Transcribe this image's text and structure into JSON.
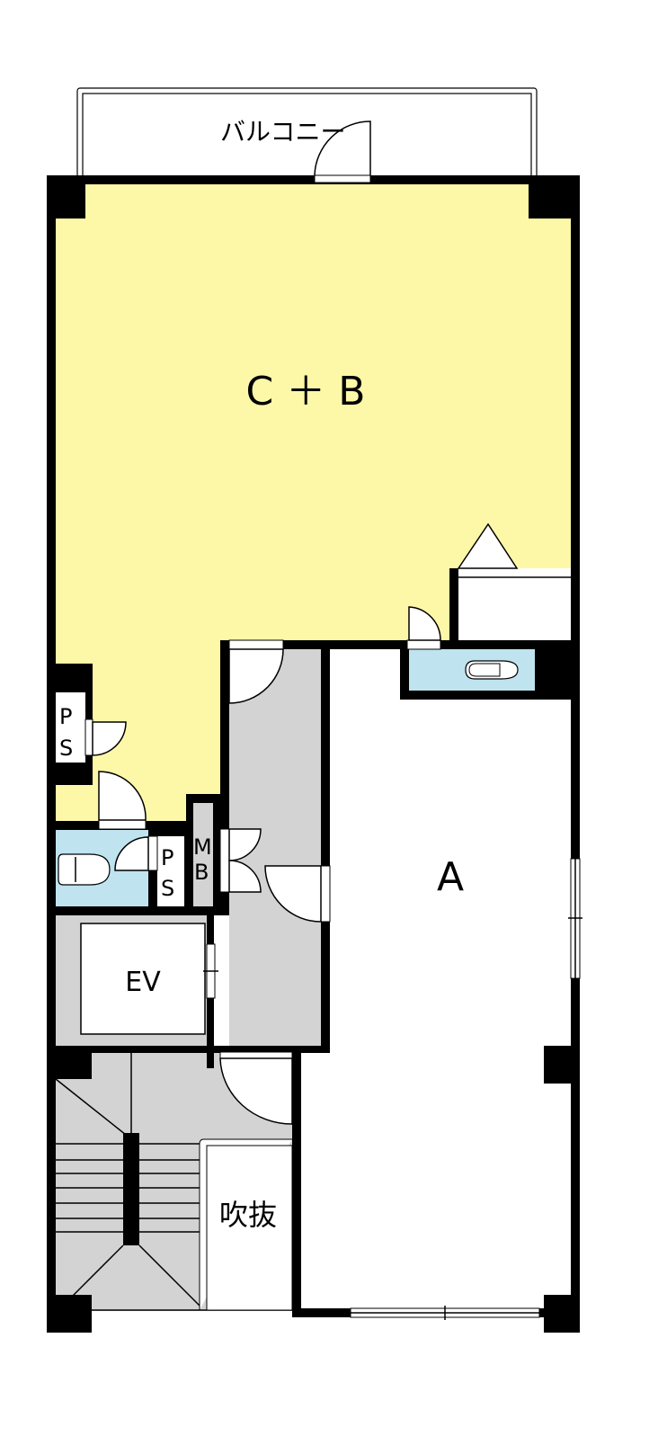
{
  "labels": {
    "balcony": "バルコニー",
    "room_cb": "C ＋ B",
    "room_a": "A",
    "ps_left_p": "P",
    "ps_left_s": "S",
    "ps_mid_p": "P",
    "ps_mid_s": "S",
    "mb_m": "M",
    "mb_b": "B",
    "elevator": "EV",
    "void": "吹抜"
  },
  "colors": {
    "tenant_cb": "#fdf8a8",
    "toilet": "#bfe3ef",
    "common": "#d3d3d3",
    "wall": "#000000"
  }
}
